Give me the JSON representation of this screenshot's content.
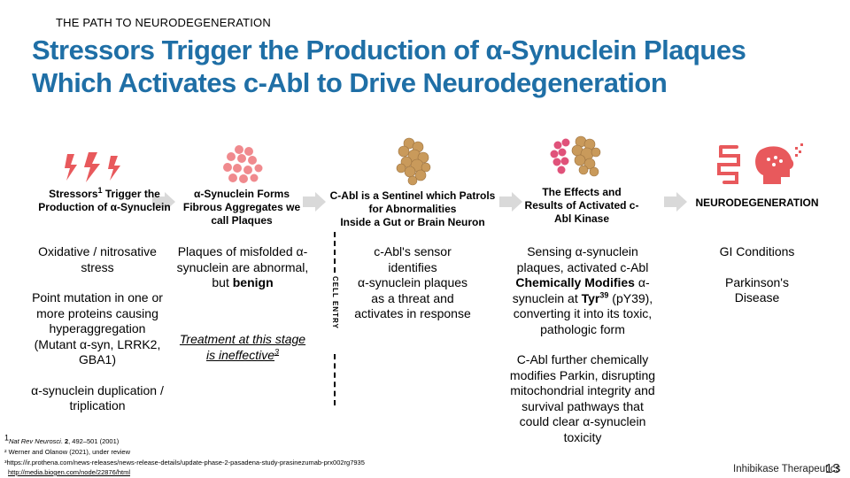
{
  "header": {
    "eyebrow": "THE PATH TO NEURODEGENERATION",
    "title": "Stressors Trigger the Production of α-Synuclein Plaques Which Activates c-Abl to Drive Neurodegeneration"
  },
  "columns": [
    {
      "icon": "lightning-bolts-icon",
      "heading_pre": "Stressors",
      "heading_sup": "1",
      "heading_post": " Trigger the Production of α-Synuclein",
      "body": [
        "Oxidative / nitrosative stress",
        "Point mutation in one or more proteins causing hyperaggregation (Mutant α-syn, LRRK2, GBA1)",
        "α-synuclein duplication / triplication"
      ]
    },
    {
      "icon": "fibrous-aggregates-icon",
      "heading": "α-Synuclein Forms Fibrous Aggregates we call Plaques",
      "body_pre": "Plaques of  misfolded α-synuclein are abnormal, but ",
      "body_bold": "benign",
      "note": "Treatment at this stage is ineffective",
      "note_sup": "3"
    },
    {
      "icon": "protein-structure-icon",
      "heading_line1": "C-Abl is a Sentinel which Patrols for Abnormalities",
      "heading_line2": "Inside a Gut or Brain Neuron",
      "body_line1": "c-Abl's sensor identifies",
      "body_line2": "α-synuclein plaques as a threat and activates in response"
    },
    {
      "icon": "protein-with-aggregates-icon",
      "heading": "The Effects and Results of Activated c-Abl Kinase",
      "body_a1": "Sensing α-synuclein plaques, activated c-Abl ",
      "body_a_bold": "Chemically Modifies",
      "body_a2": " α-synuclein at ",
      "body_a_tyr": "Tyr",
      "body_a_sup": "39",
      "body_a3": " (pY39), converting it into its toxic, pathologic form",
      "body_b": "C-Abl further chemically modifies Parkin, disrupting mitochondrial integrity and survival pathways that could clear α-synuclein  toxicity"
    },
    {
      "icon": "gut-and-brain-icon",
      "heading": "NEURODEGENERATION",
      "body": [
        "GI Conditions",
        "Parkinson's Disease"
      ]
    }
  ],
  "cell_entry_label": "CELL ENTRY",
  "footnotes": {
    "fn1_sup": "1",
    "fn1_journal": "Nat Rev Neurosci",
    "fn1_mid": ". ",
    "fn1_vol": "2",
    "fn1_rest": ", 492–501 (2001)",
    "fn2": "² Werner and Olanow (2021), under review",
    "fn3": "³https://ir.prothena.com/news-releases/news-release-details/update-phase-2-pasadena-study-prasinezumab-prx002rg7935",
    "fn4": "http://media.biogen.com/node/22876/html"
  },
  "footer": {
    "company": "Inhibikase Therapeutics",
    "page_number": "13"
  },
  "colors": {
    "title": "#1f6fa6",
    "icon_red": "#e8595c",
    "icon_pink": "#f08a8e",
    "protein": "#c99a5b"
  }
}
